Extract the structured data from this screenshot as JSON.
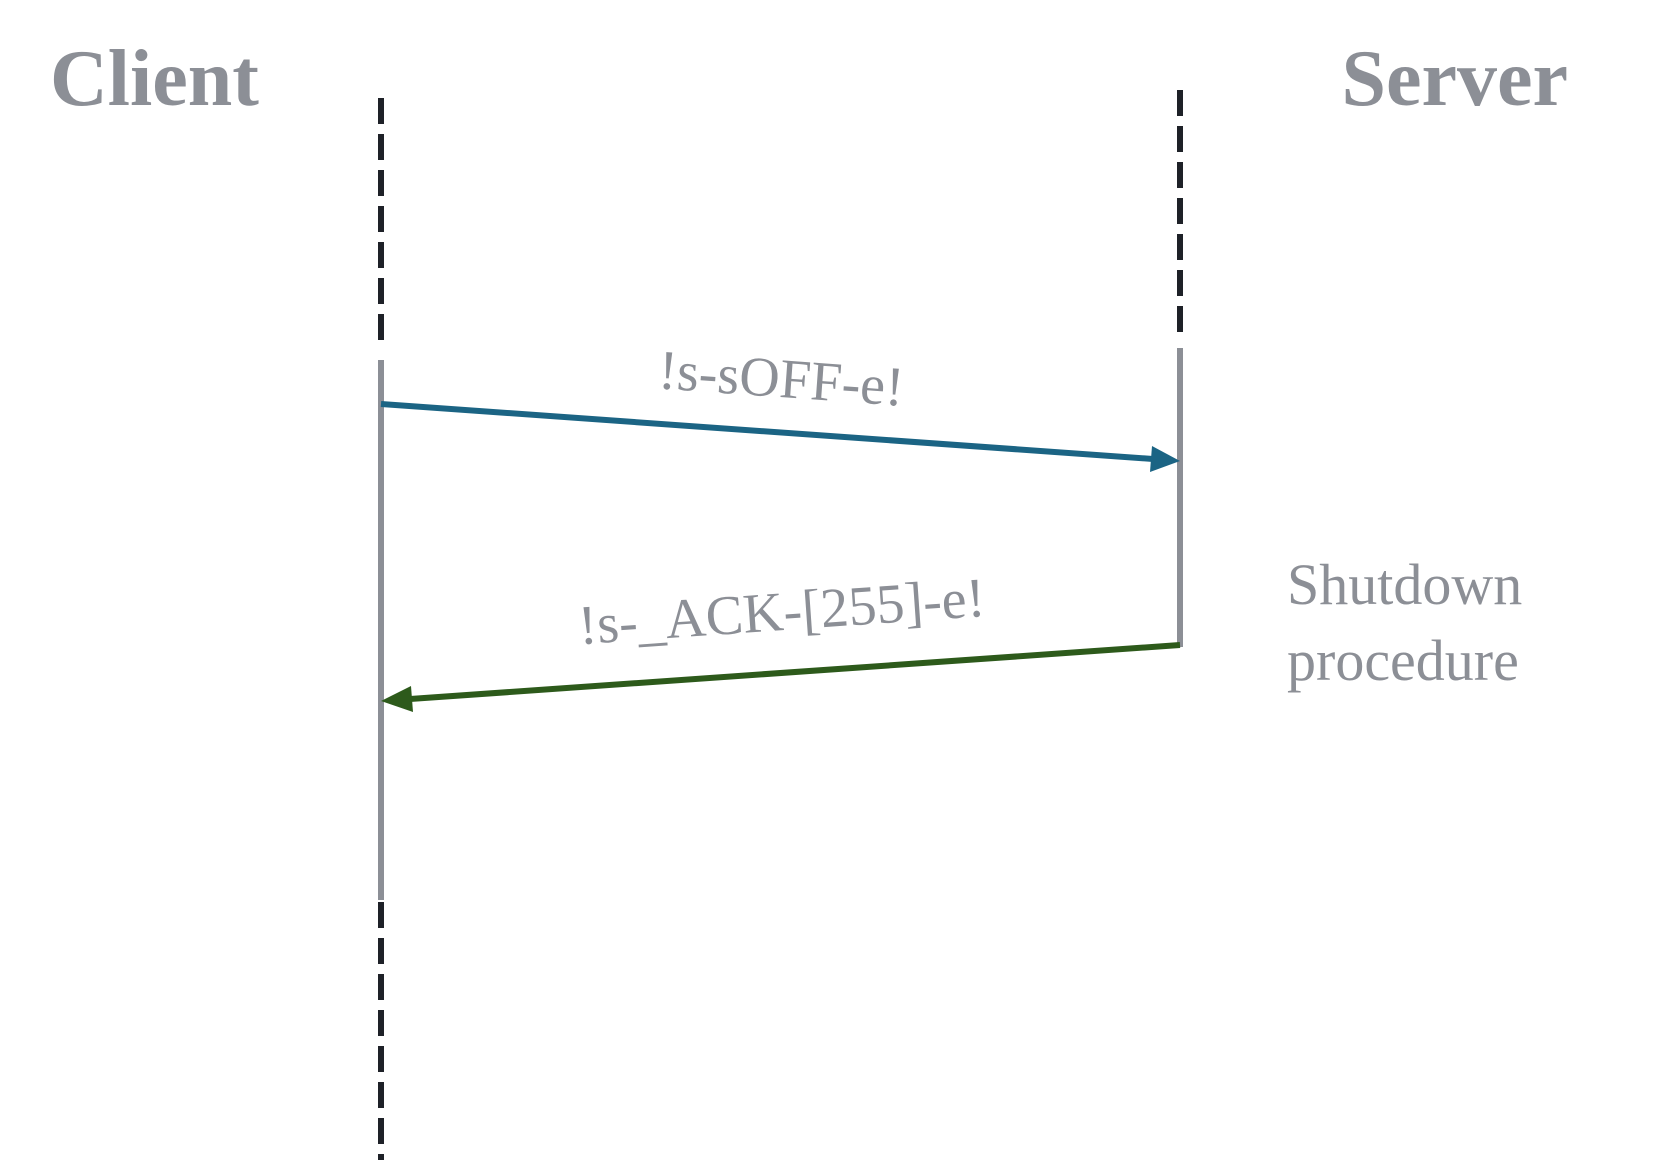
{
  "actors": {
    "client": {
      "label": "Client"
    },
    "server": {
      "label": "Server"
    }
  },
  "messages": [
    {
      "from": "client",
      "to": "server",
      "label": "!s-sOFF-e!",
      "color": "#1b6484"
    },
    {
      "from": "server",
      "to": "client",
      "label": "!s-_ACK-[255]-e!",
      "color": "#2d5a1b"
    }
  ],
  "note": {
    "lines": [
      "Shutdown",
      "procedure"
    ]
  },
  "colors": {
    "text": "#8c8f96",
    "lifeline_solid": "#8c8f96",
    "lifeline_dash": "#1e2128"
  }
}
